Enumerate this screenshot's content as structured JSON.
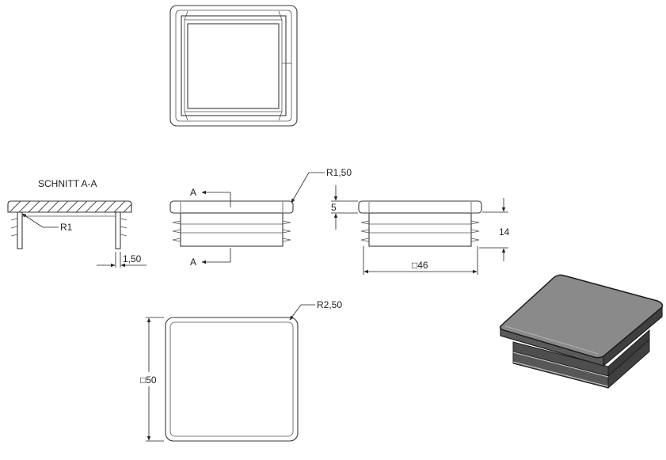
{
  "section_title": "SCHNITT A-A",
  "section_marker": "A",
  "dimensions": {
    "inner_radius": "R1",
    "wall_thickness": "1,50",
    "edge_radius_side": "R1,50",
    "cap_height": "5",
    "total_height": "14",
    "inner_square": "□46",
    "corner_radius_top": "R2,50",
    "outer_square": "□50"
  },
  "colors": {
    "line": "#3a3a3a",
    "iso_top": "#8a8a8a",
    "iso_side": "#555555",
    "iso_edge": "#1e1e1e"
  }
}
